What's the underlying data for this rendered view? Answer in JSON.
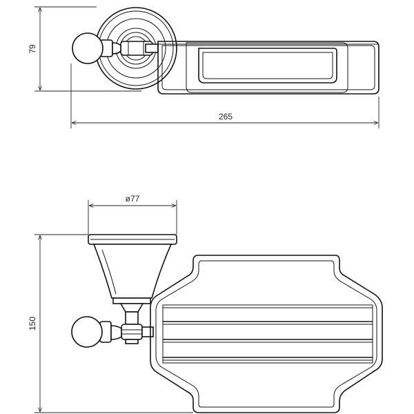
{
  "dimensions": {
    "top_height": "79",
    "top_width": "265",
    "diameter": "ø77",
    "side_height": "150"
  },
  "colors": {
    "line": "#111111",
    "background": "#ffffff"
  }
}
